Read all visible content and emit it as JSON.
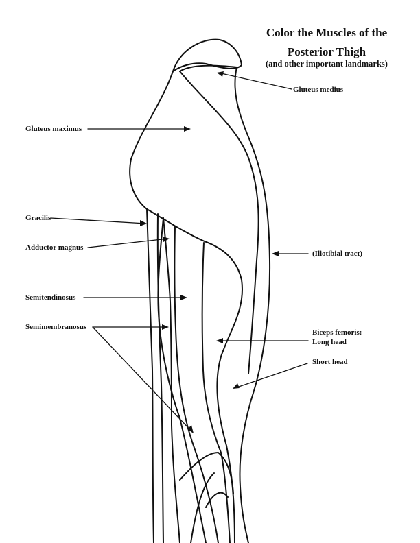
{
  "title": {
    "line1": "Color the Muscles of the",
    "line2": "Posterior Thigh",
    "subtitle": "(and other important landmarks)"
  },
  "labels": {
    "gluteus_medius": "Gluteus medius",
    "gluteus_maximus": "Gluteus maximus",
    "gracilis": "Gracilis",
    "adductor_magnus": "Adductor magnus",
    "iliotibial_tract": "(Iliotibial tract)",
    "semitendinosus": "Semitendinosus",
    "semimembranosus": "Semimembranosus",
    "biceps_femoris": "Biceps femoris:",
    "long_head": "Long head",
    "short_head": "Short head"
  },
  "colors": {
    "ink": "#111111",
    "background": "#ffffff"
  }
}
